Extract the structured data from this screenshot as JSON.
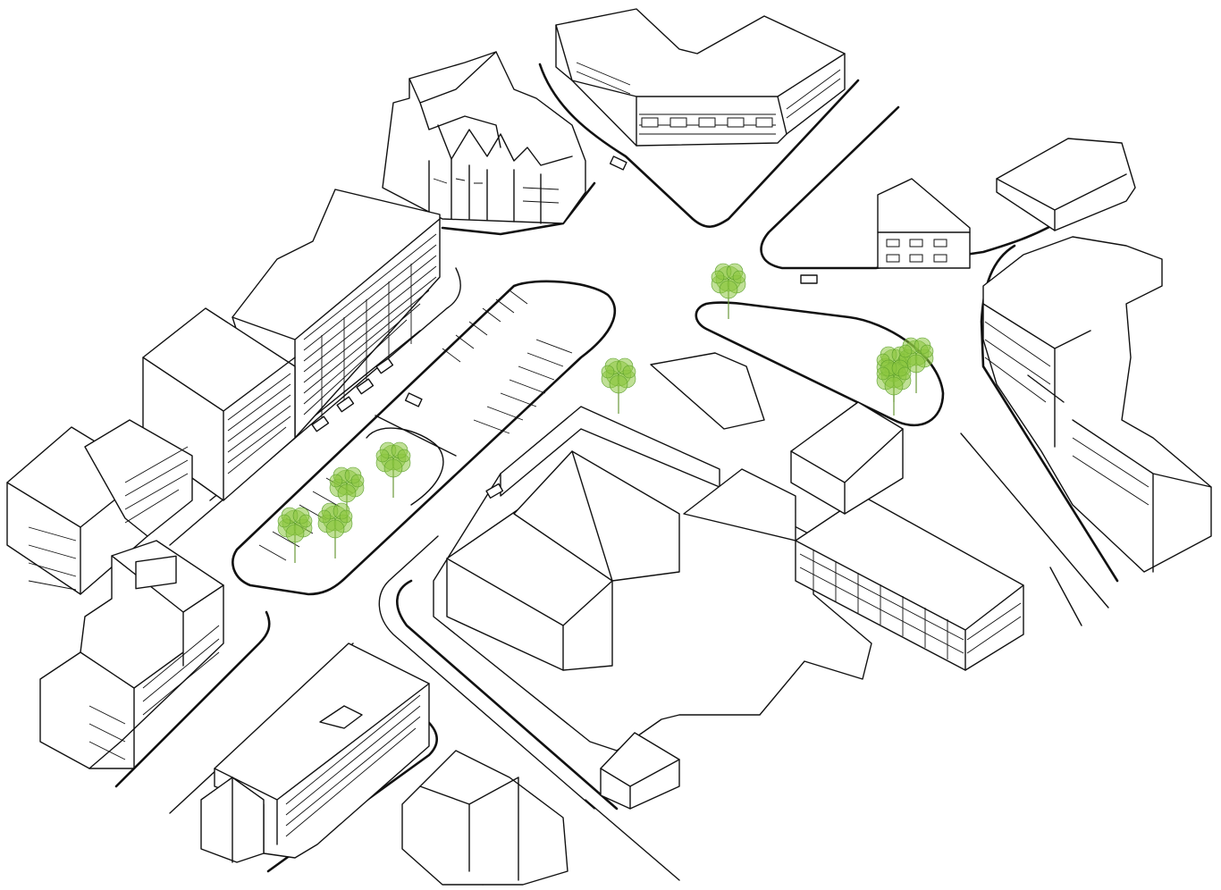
{
  "figure": {
    "style": "black line axonometric",
    "background": "#ffffff",
    "line_color": "#111111",
    "tree_color": "#8cc63f"
  },
  "elements": {
    "buildings": [
      "building-north-curved",
      "building-north-terraced-houses",
      "building-northwest-slab",
      "building-west-block",
      "building-west-corner",
      "building-southwest-block",
      "building-south-houses",
      "building-center-warehouse",
      "building-center-tall-box",
      "building-east-glazed-office",
      "building-east-box",
      "building-northeast-small",
      "building-northeast-house",
      "building-east-row",
      "building-south-sheds",
      "building-south-house"
    ],
    "trees": 9,
    "cars": 8
  }
}
